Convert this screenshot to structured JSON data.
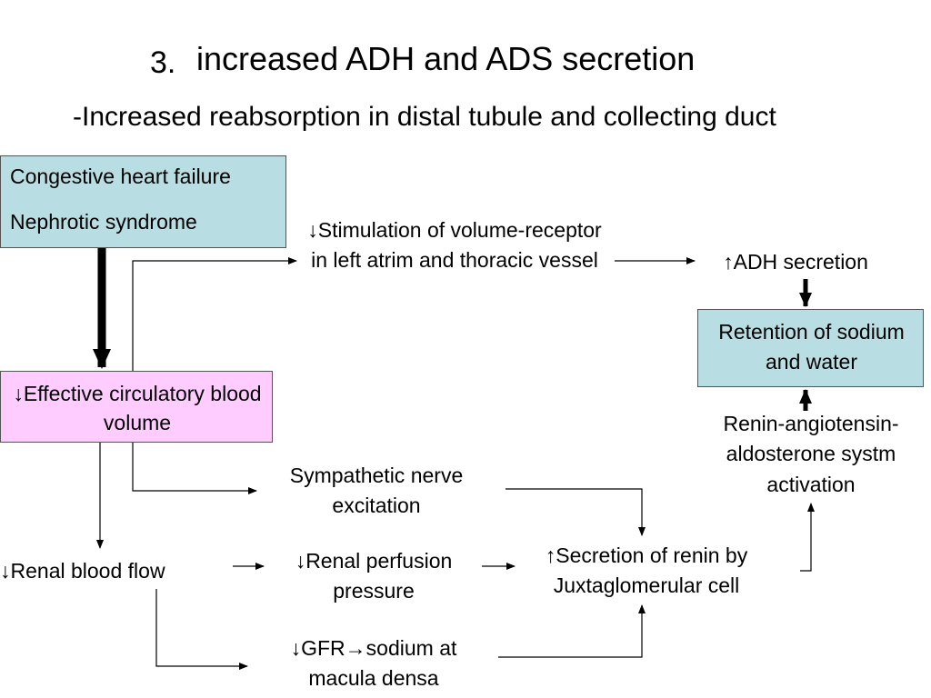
{
  "title": {
    "number": "3.",
    "text": "increased ADH and ADS secretion",
    "subtitle": "-Increased reabsorption in distal tubule and collecting duct"
  },
  "nodes": {
    "causes": {
      "line1": "Congestive heart failure",
      "line2": "Nephrotic syndrome"
    },
    "effective_volume": "↓Effective circulatory blood volume",
    "volume_receptor": "↓Stimulation of volume-receptor in left atrim and thoracic vessel",
    "adh_secretion": "↑ADH secretion",
    "retention": "Retention of sodium and water",
    "raas": "Renin-angiotensin-aldosterone systm activation",
    "sympathetic": "Sympathetic nerve excitation",
    "renal_blood_flow": "↓Renal blood flow",
    "renal_perfusion": "↓Renal perfusion pressure",
    "renin_secretion": "↑Secretion of renin by Juxtaglomerular cell",
    "gfr": "↓GFR→sodium at macula densa"
  },
  "colors": {
    "cause_box": "#b8dde2",
    "volume_box": "#ffccff",
    "retention_box": "#b8dde2",
    "text": "#000000"
  }
}
